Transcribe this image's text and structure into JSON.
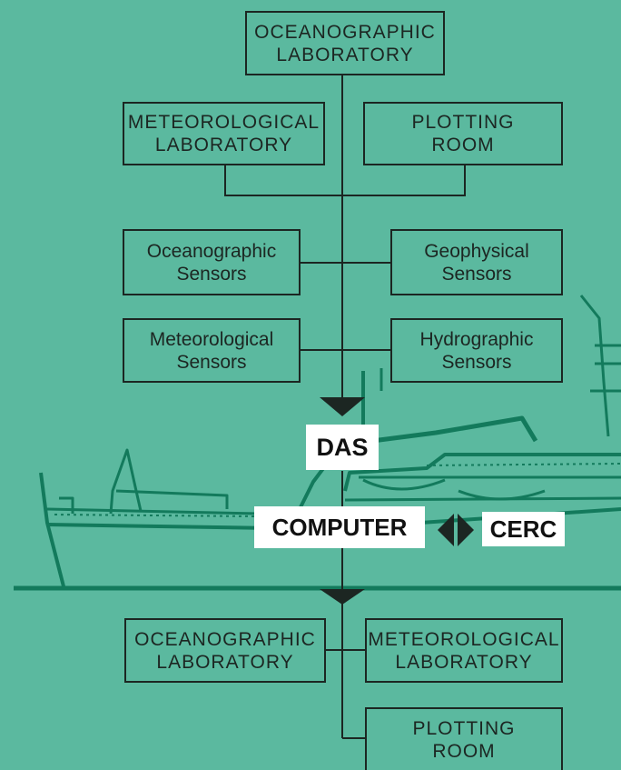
{
  "diagram": {
    "top_boxes": {
      "oceanographic_lab": [
        "OCEANOGRAPHIC",
        "LABORATORY"
      ],
      "meteorological_lab": [
        "METEOROLOGICAL",
        "LABORATORY"
      ],
      "plotting_room": [
        "PLOTTING",
        "ROOM"
      ]
    },
    "sensors": {
      "oceanographic": [
        "Oceanographic",
        "Sensors"
      ],
      "geophysical": [
        "Geophysical",
        "Sensors"
      ],
      "meteorological": [
        "Meteorological",
        "Sensors"
      ],
      "hydrographic": [
        "Hydrographic",
        "Sensors"
      ]
    },
    "center": {
      "das": "DAS",
      "computer": "COMPUTER",
      "cerc": "CERC"
    },
    "bottom_boxes": {
      "oceanographic_lab": [
        "OCEANOGRAPHIC",
        "LABORATORY"
      ],
      "meteorological_lab": [
        "METEOROLOGICAL",
        "LABORATORY"
      ],
      "plotting_room": [
        "PLOTTING",
        "ROOM"
      ]
    },
    "colors": {
      "background": "#5bb99f",
      "ship_line": "#137a5c",
      "ink": "#1c2622"
    }
  }
}
